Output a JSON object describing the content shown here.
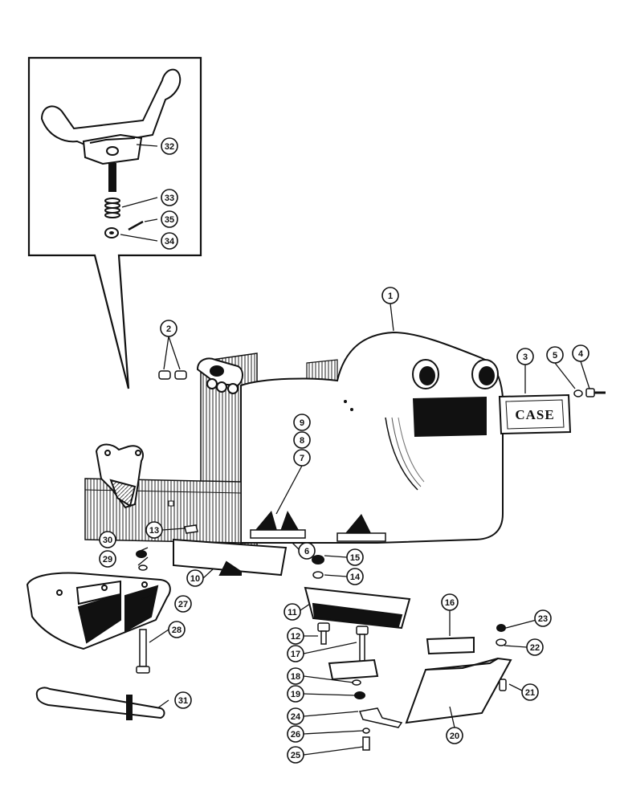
{
  "diagram": {
    "badge_text": "CASE",
    "callouts": {
      "c1": "1",
      "c2": "2",
      "c3": "3",
      "c4": "4",
      "c5": "5",
      "c6": "6",
      "c7": "7",
      "c8": "8",
      "c9": "9",
      "c10": "10",
      "c11": "11",
      "c12": "12",
      "c13": "13",
      "c14": "14",
      "c15": "15",
      "c16": "16",
      "c17": "17",
      "c18": "18",
      "c19": "19",
      "c20": "20",
      "c21": "21",
      "c22": "22",
      "c23": "23",
      "c24": "24",
      "c25": "25",
      "c26": "26",
      "c27": "27",
      "c28": "28",
      "c29": "29",
      "c30": "30",
      "c31": "31",
      "c32": "32",
      "c33": "33",
      "c34": "34",
      "c35": "35"
    }
  }
}
